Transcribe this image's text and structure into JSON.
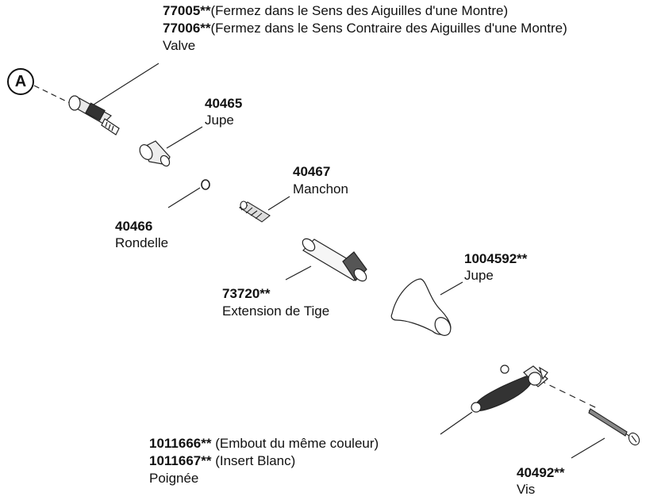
{
  "callout": "A",
  "parts": {
    "valve": {
      "line1_code": "77005**",
      "line1_note": "(Fermez dans le Sens des Aiguilles d'une Montre)",
      "line2_code": "77006**",
      "line2_note": "(Fermez dans le Sens Contraire des Aiguilles d'une Montre)",
      "name": "Valve"
    },
    "skirt_small": {
      "code": "40465",
      "name": "Jupe"
    },
    "sleeve": {
      "code": "40467",
      "name": "Manchon"
    },
    "washer": {
      "code": "40466",
      "name": "Rondelle"
    },
    "stem_extension": {
      "code": "73720**",
      "name": "Extension de Tige"
    },
    "skirt_large": {
      "code": "1004592**",
      "name": "Jupe"
    },
    "handle": {
      "line1_code": "1011666**",
      "line1_note": " (Embout du même couleur)",
      "line2_code": "1011667**",
      "line2_note": " (Insert Blanc)",
      "name": "Poignée"
    },
    "screw": {
      "code": "40492**",
      "name": "Vis"
    }
  }
}
